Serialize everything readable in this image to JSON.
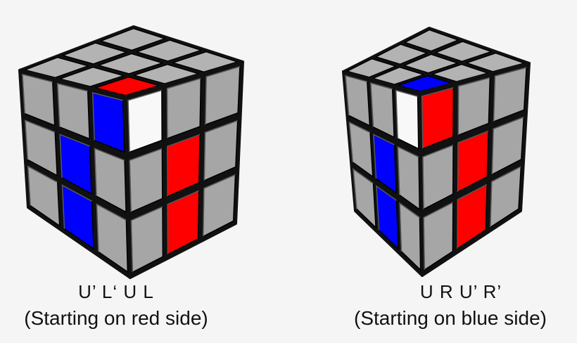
{
  "colors": {
    "background": "#f5f5f5",
    "gray": "#a6a6a6",
    "gray_top": "#b3b3b3",
    "edge": "#111111",
    "red": "#ff0000",
    "blue": "#0000ff",
    "white": "#f8f8f8"
  },
  "cubes": [
    {
      "id": "left",
      "moves": "U’ L‘ U L",
      "description": "(Starting on red side)",
      "faces": {
        "top": [
          [
            "gray",
            "gray",
            "gray"
          ],
          [
            "gray",
            "gray",
            "gray"
          ],
          [
            "gray",
            "gray",
            "red"
          ]
        ],
        "left": [
          [
            "gray",
            "gray",
            "blue"
          ],
          [
            "gray",
            "blue",
            "gray"
          ],
          [
            "gray",
            "blue",
            "gray"
          ]
        ],
        "right": [
          [
            "white",
            "gray",
            "gray"
          ],
          [
            "gray",
            "red",
            "gray"
          ],
          [
            "gray",
            "red",
            "gray"
          ]
        ]
      }
    },
    {
      "id": "right",
      "moves": "U R U’ R’",
      "description": "(Starting on blue side)",
      "faces": {
        "top": [
          [
            "gray",
            "gray",
            "gray"
          ],
          [
            "gray",
            "gray",
            "gray"
          ],
          [
            "gray",
            "gray",
            "blue"
          ]
        ],
        "left": [
          [
            "gray",
            "gray",
            "white"
          ],
          [
            "gray",
            "blue",
            "gray"
          ],
          [
            "gray",
            "blue",
            "gray"
          ]
        ],
        "right": [
          [
            "red",
            "gray",
            "gray"
          ],
          [
            "gray",
            "red",
            "gray"
          ],
          [
            "gray",
            "red",
            "gray"
          ]
        ]
      }
    }
  ]
}
